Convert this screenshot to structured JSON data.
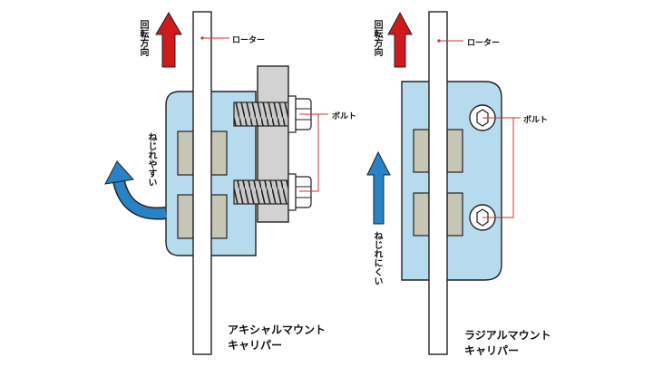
{
  "left_diagram": {
    "rotation_label": "回転方向",
    "rotor_label": "ローター",
    "bolt_label": "ボルト",
    "twist_label": "ねじれやすい",
    "caption_line1": "アキシャルマウント",
    "caption_line2": "キャリパー"
  },
  "right_diagram": {
    "rotation_label": "回転方向",
    "rotor_label": "ローター",
    "bolt_label": "ボルト",
    "twist_label": "ねじれにくい",
    "caption_line1": "ラジアルマウント",
    "caption_line2": "キャリパー"
  },
  "colors": {
    "caliper_fill": "#b7dbee",
    "pad_fill": "#c7c5b4",
    "mount_fill": "#d2d2d2",
    "red_arrow": "#d0191a",
    "blue_arrow": "#2782c6",
    "leader_line": "#d23030",
    "stroke": "#222222"
  }
}
